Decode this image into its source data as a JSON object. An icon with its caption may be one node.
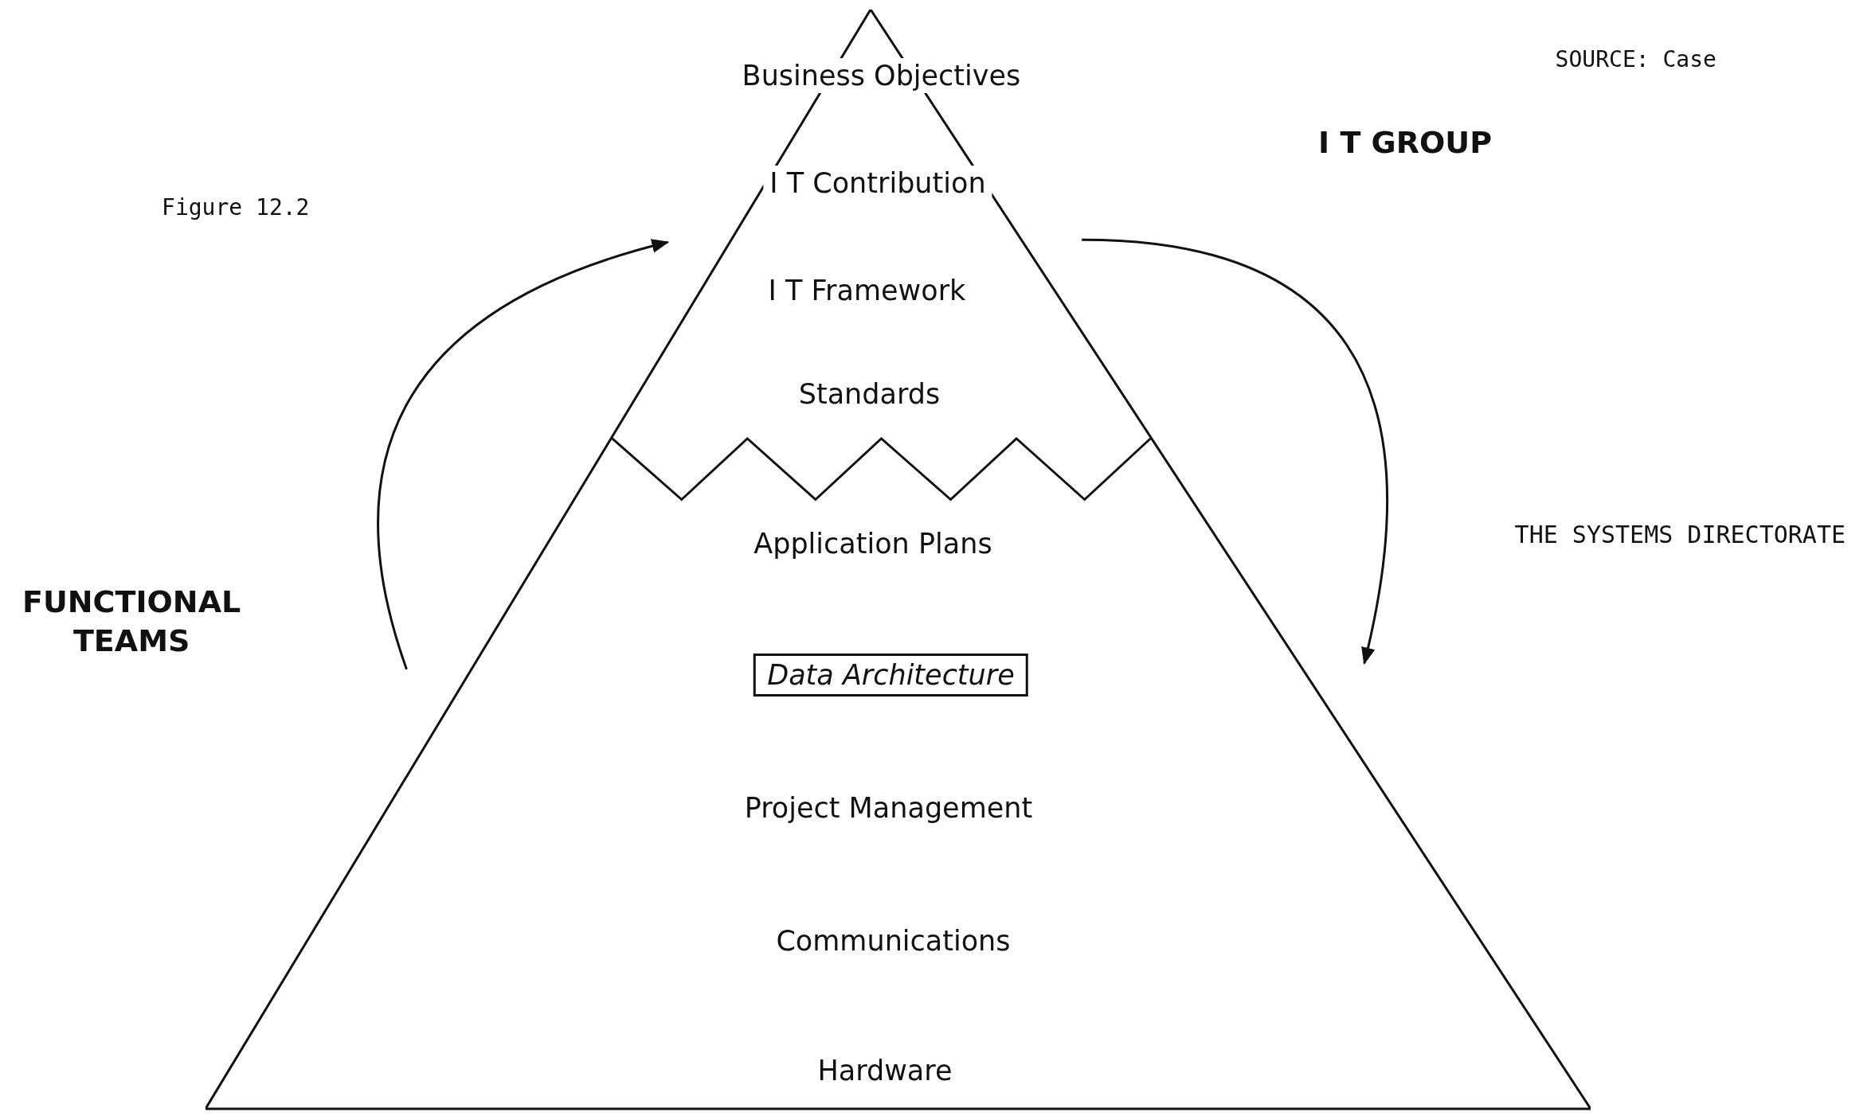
{
  "diagram": {
    "nodes": [
      {
        "text": [],
        "shape": "triangle"
      },
      {
        "text": [
          "Business Objectives"
        ],
        "in": 0
      },
      {
        "text": [
          "I T Contribution"
        ],
        "in": 0
      },
      {
        "text": [
          "I T Framework"
        ],
        "in": 0
      },
      {
        "text": [
          "Standards"
        ],
        "in": 0
      },
      {
        "text": [
          "Application Plans"
        ],
        "in": 0
      },
      {
        "text": [
          "Data Architecture"
        ],
        "in": 0
      },
      {
        "text": [
          "Project Management"
        ],
        "in": 0
      },
      {
        "text": [
          "Communications"
        ],
        "in": 0
      },
      {
        "text": [
          "Hardware"
        ],
        "in": 0
      },
      {
        "text": [
          "FUNCTIONAL TEAMS"
        ]
      },
      {
        "text": [
          "I T GROUP"
        ]
      },
      {
        "text": [
          "THE SYSTEMS DIRECTORATE"
        ]
      }
    ],
    "edges": [
      {
        "from": null,
        "to": 2,
        "arrow": "to"
      },
      {
        "from": 2,
        "to": 0,
        "arrow": "to"
      }
    ],
    "labels": [
      "Figure 12.2",
      "SOURCE: Case"
    ]
  }
}
